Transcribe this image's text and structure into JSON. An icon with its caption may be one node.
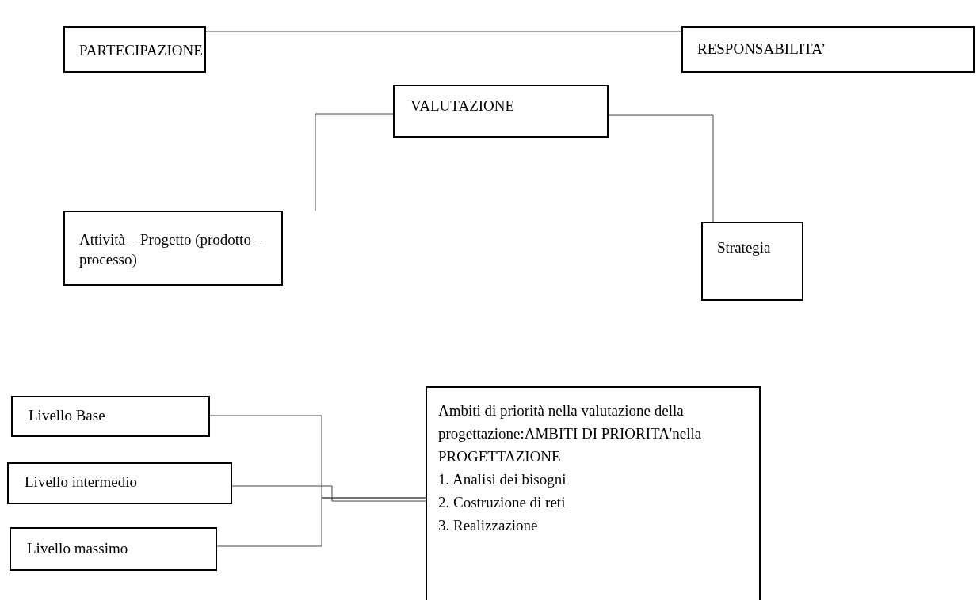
{
  "diagram": {
    "nodes": [
      {
        "text": [
          "PARTECIPAZIONE"
        ]
      },
      {
        "text": [
          "RESPONSABILITA’"
        ]
      },
      {
        "text": [
          "VALUTAZIONE"
        ]
      },
      {
        "text": [
          "Attività – Progetto (prodotto – processo)"
        ]
      },
      {
        "text": [
          "Strategia"
        ]
      },
      {
        "text": [
          "Livello Base"
        ]
      },
      {
        "text": [
          "Livello intermedio"
        ]
      },
      {
        "text": [
          "Livello massimo"
        ]
      },
      {
        "text": [
          "Ambiti di priorità nella valutazione della progettazione:AMBITI DI PRIORITA'nella PROGETTAZIONE",
          "1. Analisi dei bisogni",
          "2. Costruzione di reti",
          "3. Realizzazione"
        ]
      }
    ],
    "edges": [
      {
        "from": 0,
        "to": 1,
        "arrow": "none"
      },
      {
        "from": 2,
        "to": 3,
        "arrow": "none"
      },
      {
        "from": 2,
        "to": 4,
        "arrow": "none"
      },
      {
        "from": 5,
        "to": 8,
        "arrow": "none"
      },
      {
        "from": 6,
        "to": 8,
        "arrow": "none"
      },
      {
        "from": 7,
        "to": 8,
        "arrow": "none"
      }
    ]
  }
}
